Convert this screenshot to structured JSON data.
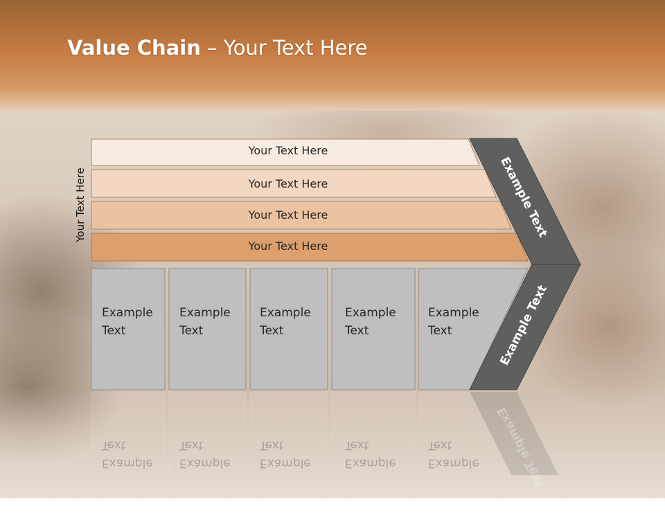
{
  "slide": {
    "title_bold": "Value Chain",
    "title_rest": " – Your Text Here",
    "side_label": "Your Text Here"
  },
  "bars": [
    {
      "label": "Your Text Here",
      "color": "#f8ece2"
    },
    {
      "label": "Your Text Here",
      "color": "#f3d7c0"
    },
    {
      "label": "Your Text Here",
      "color": "#ebc3a0"
    },
    {
      "label": "Your Text Here",
      "color": "#dda06c"
    }
  ],
  "boxes": [
    {
      "line1": "Example",
      "line2": "Text"
    },
    {
      "line1": "Example",
      "line2": "Text"
    },
    {
      "line1": "Example",
      "line2": "Text"
    },
    {
      "line1": "Example",
      "line2": "Text"
    },
    {
      "line1": "Example",
      "line2": "Text"
    }
  ],
  "chevron": {
    "upper_label": "Example Text",
    "lower_label": "Example Text",
    "color": "#5f5f5f"
  },
  "colors": {
    "header_orange": "#c8773a",
    "box_gray": "#bfbfbf"
  }
}
